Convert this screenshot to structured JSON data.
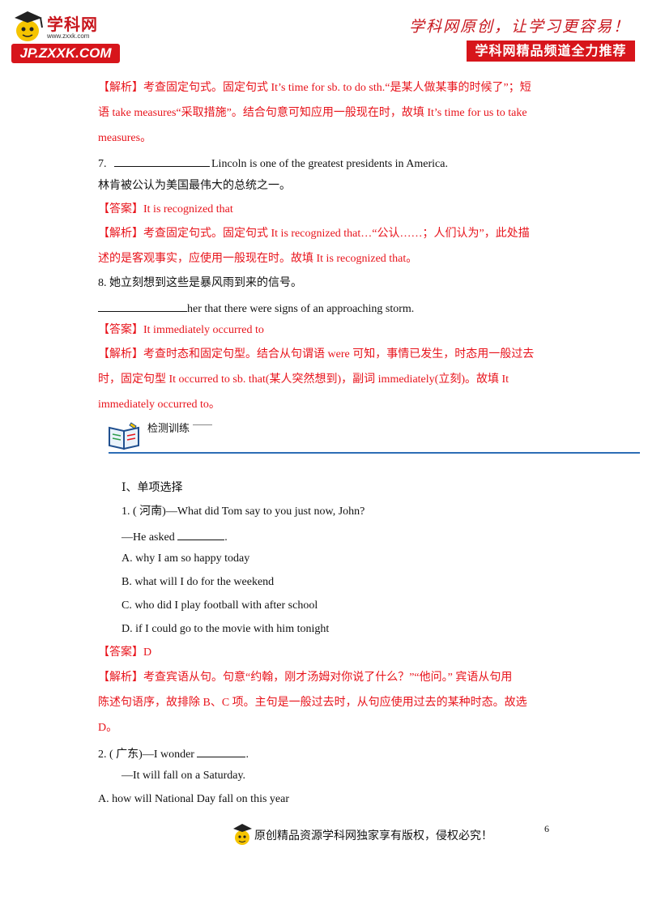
{
  "header": {
    "logo_name": "学科网",
    "logo_url": "www.zxxk.com",
    "logo_badge": "JP.ZXXK.COM",
    "slogan": "学科网原创，让学习更容易！",
    "recommend": "学科网精品频道全力推荐"
  },
  "content": {
    "p6_analysis_1": "【解析】考查固定句式。固定句式 It’s time for sb. to do sth.“是某人做某事的时候了”；短",
    "p6_analysis_2": "语 take measures“采取措施”。结合句意可知应用一般现在时，故填 It’s time for us to take",
    "p6_analysis_3": "measures。",
    "q7_num": "7.",
    "q7_text": "Lincoln is one of the greatest presidents in America.",
    "q7_cn": "林肯被公认为美国最伟大的总统之一。",
    "q7_answer": "【答案】It is recognized that",
    "q7_analysis_1": "【解析】考查固定句式。固定句式 It is recognized that…“公认……；人们认为”，此处描",
    "q7_analysis_2": "述的是客观事实，应使用一般现在时。故填 It is recognized that。",
    "q8_cn": "8. 她立刻想到这些是暴风雨到来的信号。",
    "q8_text": "her that there were signs of an approaching storm.",
    "q8_answer": "【答案】It immediately occurred to",
    "q8_analysis_1": "【解析】考查时态和固定句型。结合从句谓语 were 可知，事情已发生，时态用一般过去",
    "q8_analysis_2": "时，固定句型 It occurred to sb. that(某人突然想到)，副词 immediately(立刻)。故填 It",
    "q8_analysis_3": "immediately occurred to。",
    "section_title": "检测训练",
    "part_title": "Ⅰ、单项选择",
    "m1_q": "1. ( 河南)—What did Tom say to you just now, John?",
    "m1_q2_pre": "—He asked ",
    "m1_q2_post": ".",
    "m1_a": "A. why I am so happy today",
    "m1_b": "B. what will I do for the weekend",
    "m1_c": "C. who did I play football with after school",
    "m1_d": "D. if I could go to the movie with him tonight",
    "m1_answer": "【答案】D",
    "m1_analysis_1": "【解析】考查宾语从句。句意“约翰，刚才汤姆对你说了什么？”“他问。” 宾语从句用",
    "m1_analysis_2": "陈述句语序，故排除 B、C 项。主句是一般过去时，从句应使用过去的某种时态。故选",
    "m1_analysis_3": "D。",
    "m2_q_pre": "2. ( 广东)—I wonder ",
    "m2_q_post": ".",
    "m2_q2": "—It will fall on a Saturday.",
    "m2_a": "A. how will National Day fall on this year"
  },
  "footer": {
    "page_number": "6",
    "copyright": "原创精品资源学科网独家享有版权，侵权必究！"
  }
}
